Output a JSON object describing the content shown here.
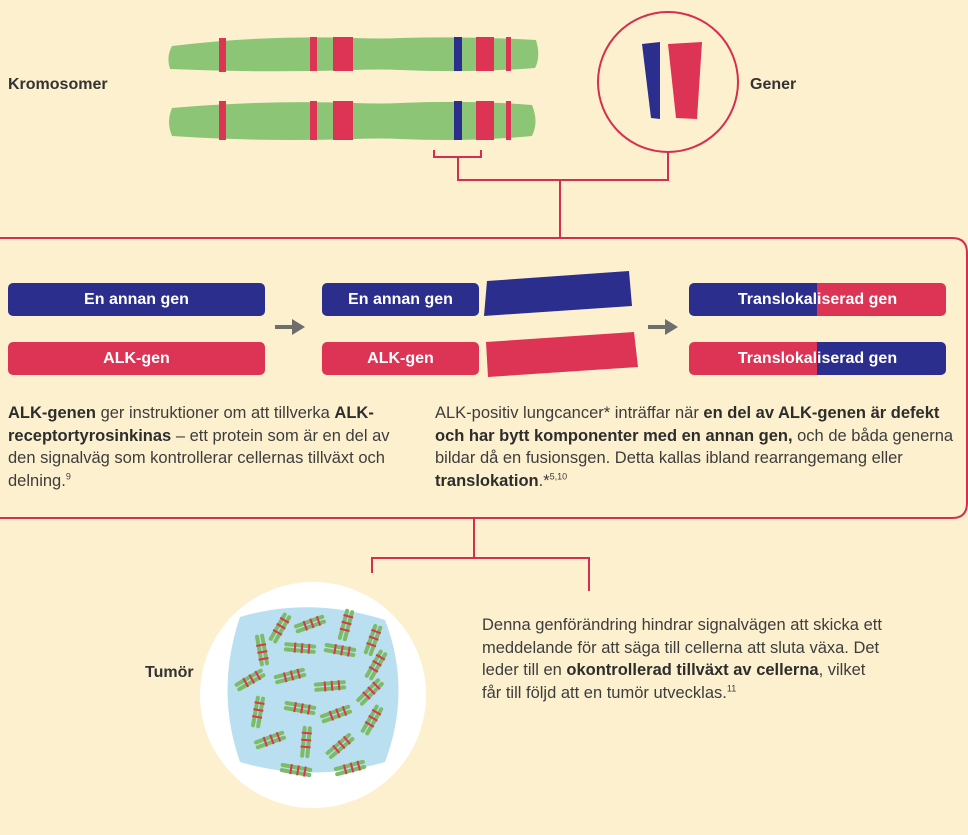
{
  "labels": {
    "chromosomes": "Kromosomer",
    "genes": "Gener",
    "tumor": "Tumör"
  },
  "bars": {
    "other_gene": "En annan gen",
    "alk_gene": "ALK-gen",
    "translocated_a": "Translokaliserad gen",
    "translocated_b": "Translokaliserad gen"
  },
  "text_left": {
    "b1": "ALK-genen",
    "t1": " ger instruktioner om att tillverka ",
    "b2": "ALK-receptortyrosinkinas",
    "t2": " – ett protein som är en del av den signalväg som kontrollerar cellernas tillväxt och delning.",
    "sup": "9"
  },
  "text_right": {
    "t1": "ALK-positiv lungcancer* inträffar när ",
    "b1": "en del av ALK-genen är defekt och har bytt komponenter med en annan gen,",
    "t2": " och de båda generna bildar då en fusionsgen. Detta kallas ibland rearrangemang eller ",
    "b2": "translokation",
    "t3": ".*",
    "sup": "5,10"
  },
  "text_tumor": {
    "t1": "Denna genförändring hindrar signalvägen att skicka ett meddelande för att säga till cellerna att sluta växa. Det leder till en ",
    "b1": "okontrollerad tillväxt av cellerna",
    "t2": ", vilket får till följd att en tumör utvecklas.",
    "sup": "11"
  },
  "colors": {
    "background": "#fdf0cf",
    "gene_blue": "#2b2e8c",
    "gene_red": "#dd3355",
    "chromosome_green": "#8cc576",
    "connector_red": "#d62f4e",
    "cell_blue": "#b9dff0"
  }
}
